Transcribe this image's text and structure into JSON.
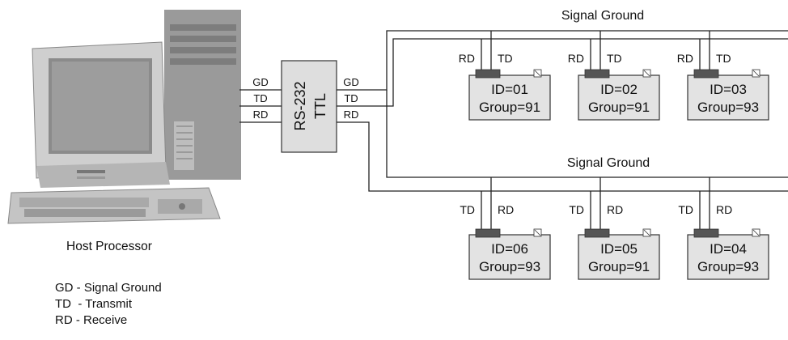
{
  "host": {
    "label": "Host Processor"
  },
  "converter": {
    "line1": "RS-232",
    "line2": "TTL"
  },
  "wire_labels": {
    "gd": "GD",
    "td": "TD",
    "rd": "RD"
  },
  "buses": [
    {
      "label": "Signal Ground"
    },
    {
      "label": "Signal Ground"
    }
  ],
  "devices_top": [
    {
      "id": "ID=01",
      "group": "Group=91",
      "left_pin": "RD",
      "right_pin": "TD"
    },
    {
      "id": "ID=02",
      "group": "Group=91",
      "left_pin": "RD",
      "right_pin": "TD"
    },
    {
      "id": "ID=03",
      "group": "Group=93",
      "left_pin": "RD",
      "right_pin": "TD"
    }
  ],
  "devices_bottom": [
    {
      "id": "ID=06",
      "group": "Group=93",
      "left_pin": "TD",
      "right_pin": "RD"
    },
    {
      "id": "ID=05",
      "group": "Group=91",
      "left_pin": "TD",
      "right_pin": "RD"
    },
    {
      "id": "ID=04",
      "group": "Group=93",
      "left_pin": "TD",
      "right_pin": "RD"
    }
  ],
  "legend": [
    "GD - Signal Ground",
    "TD  - Transmit",
    "RD - Receive"
  ],
  "colors": {
    "device_fill": "#e3e3e3",
    "connector_fill": "#555555",
    "converter_fill": "#dedede"
  }
}
